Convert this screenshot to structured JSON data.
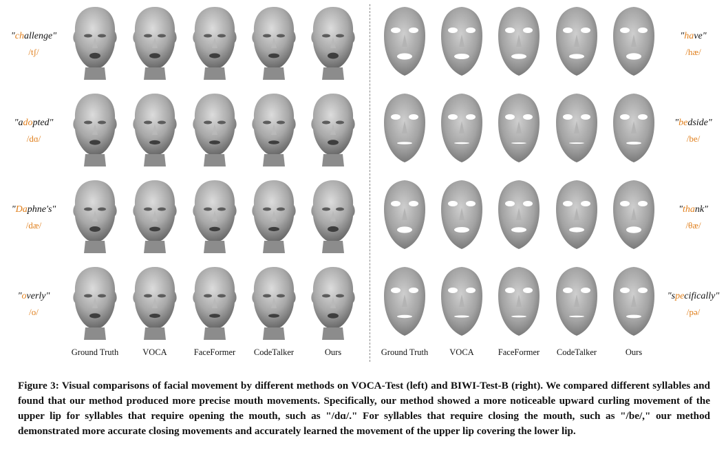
{
  "columns": [
    "Ground Truth",
    "VOCA",
    "FaceFormer",
    "CodeTalker",
    "Ours"
  ],
  "left_rows": [
    {
      "pre": "\"",
      "hl": "ch",
      "post": "allenge\"",
      "phoneme": "/tʃ/"
    },
    {
      "pre": "\"a",
      "hl": "do",
      "post": "pted\"",
      "phoneme": "/dɑ/"
    },
    {
      "pre": "\"",
      "hl": "Da",
      "post": "phne's\"",
      "phoneme": "/dæ/"
    },
    {
      "pre": "\"",
      "hl": "o",
      "post": "verly\"",
      "phoneme": "/o/"
    }
  ],
  "right_rows": [
    {
      "pre": "\"",
      "hl": "ha",
      "post": "ve\"",
      "phoneme": "/hæ/"
    },
    {
      "pre": "\"",
      "hl": "be",
      "post": "dside\"",
      "phoneme": "/be/"
    },
    {
      "pre": "\"",
      "hl": "tha",
      "post": "nk\"",
      "phoneme": "/θæ/"
    },
    {
      "pre": "\"s",
      "hl": "pe",
      "post": "cifically\"",
      "phoneme": "/pə/"
    }
  ],
  "caption": "Figure 3: Visual comparisons of facial movement by different methods on VOCA-Test (left) and BIWI-Test-B (right). We compared different syllables and found that our method produced more precise mouth movements. Specifically, our method showed a more noticeable upward curling movement of the upper lip for syllables that require opening the mouth, such as \"/dɑ/.\" For syllables that require closing the mouth, such as \"/be/,\" our method demonstrated more accurate closing movements and accurately learned the movement of the upper lip covering the lower lip.",
  "colors": {
    "highlight": "#e07f1c",
    "mesh_light": "#c9c9c9",
    "mesh_dark": "#6e6e6e"
  }
}
